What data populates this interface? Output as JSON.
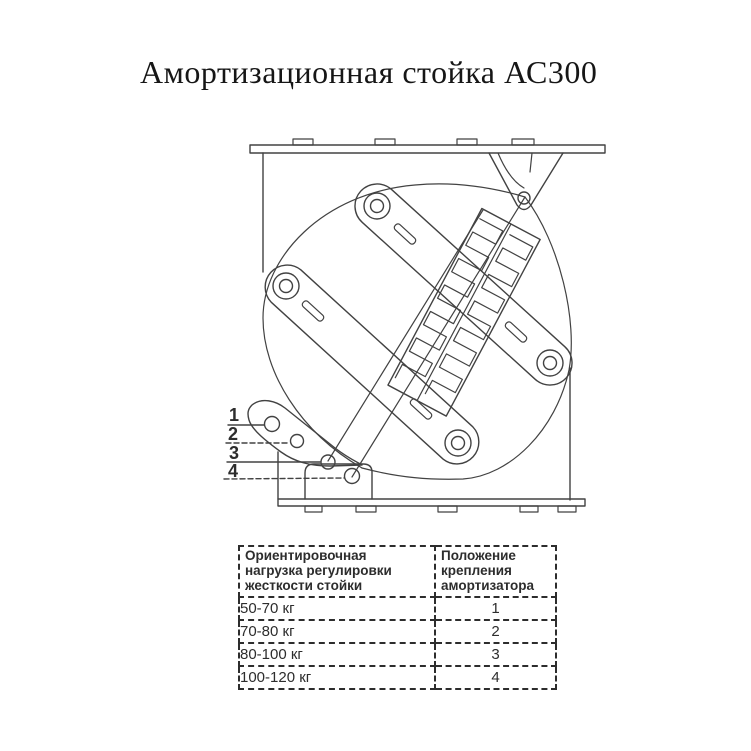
{
  "title": {
    "text": "Амортизационная стойка АС300"
  },
  "diagram": {
    "position_labels": [
      {
        "num": "1",
        "leader_style": "solid"
      },
      {
        "num": "2",
        "leader_style": "dashed"
      },
      {
        "num": "3",
        "leader_style": "solid"
      },
      {
        "num": "4",
        "leader_style": "dashed"
      }
    ]
  },
  "table": {
    "col1_header": "Ориентировочная\nнагрузка регулировки\nжесткости стойки",
    "col2_header": "Положение\nкрепления\nамортизатора",
    "rows": [
      {
        "load": "50-70 кг",
        "position": "1"
      },
      {
        "load": "70-80 кг",
        "position": "2"
      },
      {
        "load": "80-100 кг",
        "position": "3"
      },
      {
        "load": "100-120 кг",
        "position": "4"
      }
    ]
  },
  "colors": {
    "background": "#ffffff",
    "line": "#424242",
    "text": "#2d2d2d",
    "table_border": "#2d2d2d"
  }
}
